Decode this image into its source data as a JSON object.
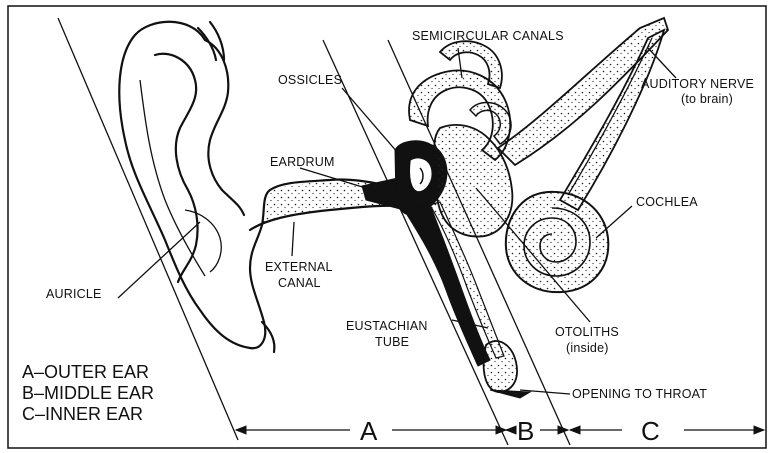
{
  "labels": {
    "semicircular_canals": "SEMICIRCULAR CANALS",
    "ossicles": "OSSICLES",
    "auditory_nerve": "AUDITORY NERVE",
    "auditory_nerve_sub": "(to brain)",
    "eardrum": "EARDRUM",
    "cochlea": "COCHLEA",
    "auricle": "AURICLE",
    "external_canal_1": "EXTERNAL",
    "external_canal_2": "CANAL",
    "eustachian_1": "EUSTACHIAN",
    "eustachian_2": "TUBE",
    "otoliths": "OTOLITHS",
    "otoliths_sub": "(inside)",
    "opening_to_throat": "OPENING TO THROAT"
  },
  "key": [
    "A–OUTER EAR",
    "B–MIDDLE EAR",
    "C–INNER EAR"
  ],
  "sections": {
    "a": "A",
    "b": "B",
    "c": "C"
  }
}
